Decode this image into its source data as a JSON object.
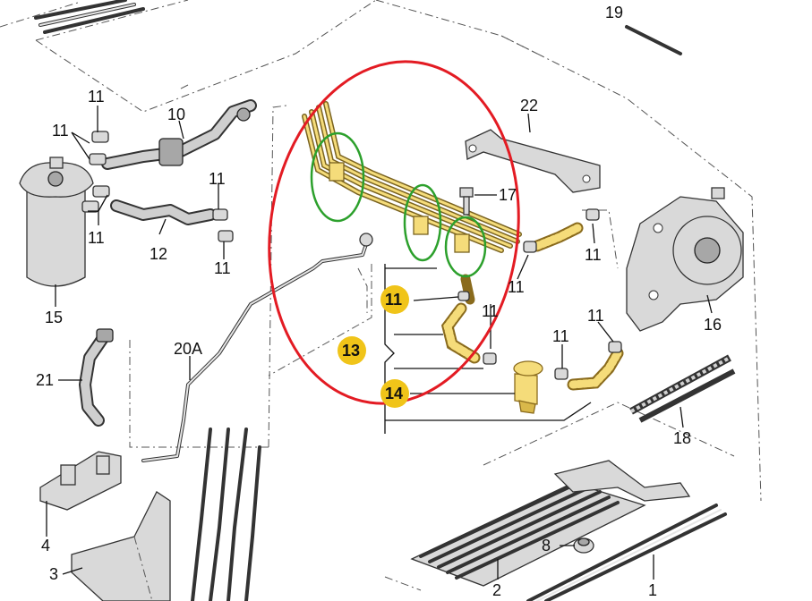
{
  "labels": {
    "l1": "1",
    "l2": "2",
    "l3": "3",
    "l4": "4",
    "l8": "8",
    "l10": "10",
    "l11_a": "11",
    "l11_b": "11",
    "l11_c": "11",
    "l11_d": "11",
    "l11_e": "11",
    "l11_f": "11",
    "l11_g": "11",
    "l11_h": "11",
    "l11_i": "11",
    "l11_j": "11",
    "l11_hl": "11",
    "l12": "12",
    "l13": "13",
    "l14": "14",
    "l15": "15",
    "l16": "16",
    "l17": "17",
    "l18": "18",
    "l19": "19",
    "l20a": "20A",
    "l21": "21",
    "l22": "22"
  },
  "colors": {
    "highlight_badge": "#f0c419",
    "red_circle": "#e31b23",
    "green_circle": "#2ca02c",
    "yellow_part": "#f5dc7a",
    "yellow_dark": "#c9a43a",
    "line_art": "#333333"
  }
}
